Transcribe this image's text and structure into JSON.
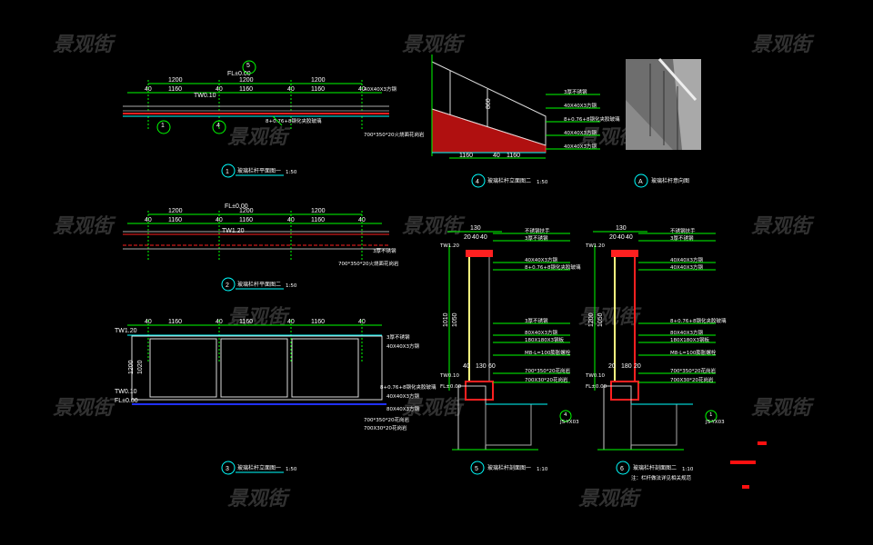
{
  "watermark": "景观街",
  "colors": {
    "background": "#000000",
    "dimension": "#00ff00",
    "rail": "#ff2020",
    "glass": "#00ffff",
    "text": "#ffffff"
  },
  "drawings": {
    "plan1": {
      "number": "1",
      "title": "玻璃栏杆平面图一",
      "scale": "1:50",
      "level_fl": "FL±0.00",
      "level_tw": "TW0.10",
      "note1": "8+0.76+8钢化夹胶玻璃",
      "note2": "40X40X3方钢",
      "note3": "700*350*20火烧面花岗岩",
      "marker_a": "1",
      "marker_b": "4",
      "marker_c": "5"
    },
    "plan2": {
      "number": "2",
      "title": "玻璃栏杆平面图二",
      "scale": "1:50",
      "level_fl": "FL±0.00",
      "level_tw": "TW1.20",
      "note1": "3厚不锈钢",
      "note2": "700*350*20火烧面花岗岩"
    },
    "elev3": {
      "number": "3",
      "title": "玻璃栏杆立面图一",
      "scale": "1:50",
      "level_top": "TW1.20",
      "level_tw": "TW0.10",
      "level_fl": "FL±0.00",
      "h1": "1200",
      "h2": "1020",
      "note1": "3厚不锈钢",
      "note2": "40X40X3方钢",
      "note3": "8+0.76+8钢化夹胶玻璃",
      "note4": "80X40X3方钢",
      "note5": "700*350*20花岗岩",
      "note6": "700X30*20花岗岩"
    },
    "elev4": {
      "number": "4",
      "title": "玻璃栏杆立面图二",
      "scale": "1:50",
      "dim_a": "1160",
      "dim_b": "40",
      "dim_c": "1160",
      "h": "860",
      "notes": [
        "3厚不锈钢",
        "40X40X3方钢",
        "8+0.76+8钢化夹胶玻璃",
        "40X40X3方钢",
        "40X40X3方钢"
      ]
    },
    "photoA": {
      "number": "A",
      "title": "玻璃栏杆意向图"
    },
    "sec5": {
      "number": "5",
      "title": "玻璃栏杆剖面图一",
      "scale": "1:10",
      "top": "130",
      "sub": [
        "20",
        "40",
        "40"
      ],
      "level_top": "TW1.20",
      "level_tw": "TW0.10",
      "level_fl": "FL±0.00",
      "h1": "1010",
      "h2": "1050",
      "bottom": [
        "40",
        "130",
        "60"
      ],
      "notes": [
        "不锈钢扶手",
        "3厚不锈钢",
        "40X40X3方钢",
        "8+0.76+8钢化夹胶玻璃",
        "3厚不锈钢",
        "80X40X3方钢",
        "180X180X3钢板",
        "M8-L=100膨胀螺栓",
        "700*350*20花岗岩",
        "700X30*20花岗岩"
      ],
      "ref": "4",
      "ref_sheet": "JS-YX03"
    },
    "sec6": {
      "number": "6",
      "title": "玻璃栏杆剖面图二",
      "scale": "1:10",
      "top": "130",
      "sub": [
        "20",
        "40",
        "40"
      ],
      "level_top": "TW1.20",
      "level_tw": "TW0.10",
      "level_fl": "FL±0.00",
      "h1": "1200",
      "h2": "1050",
      "bottom": [
        "20",
        "180",
        "20"
      ],
      "notes": [
        "不锈钢扶手",
        "3厚不锈钢",
        "40X40X3方钢",
        "40X40X3方钢",
        "8+0.76+8钢化夹胶玻璃",
        "80X40X3方钢",
        "180X180X3钢板",
        "M8-L=100膨胀螺栓",
        "700*350*20花岗岩",
        "700X30*20花岗岩"
      ],
      "ref": "1",
      "ref_sheet": "JS-YX03",
      "footnote": "注：栏杆做法详见相关规范"
    }
  },
  "dims": {
    "span": "1200",
    "clear": "1160",
    "post": "40"
  }
}
